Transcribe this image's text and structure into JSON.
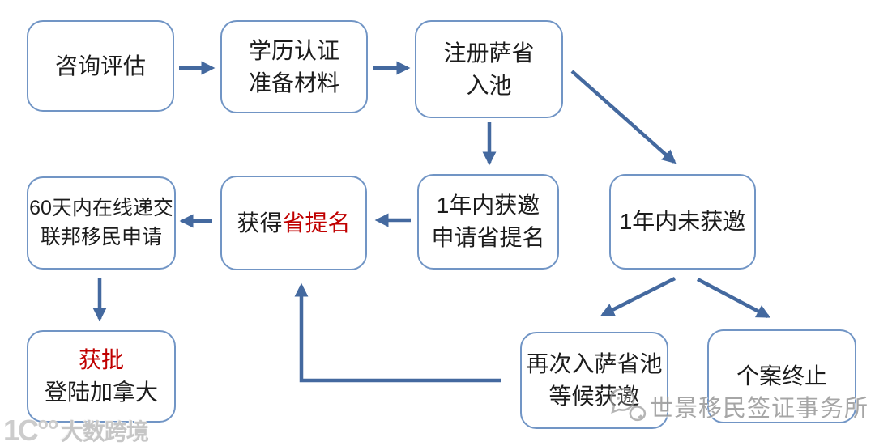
{
  "flowchart": {
    "nodes": {
      "consult": {
        "label": "咨询评估"
      },
      "credential": {
        "line1": "学历认证",
        "line2": "准备材料"
      },
      "register": {
        "line1": "注册萨省",
        "line2": "入池"
      },
      "submit": {
        "line1": "60天内在线递交",
        "line2": "联邦移民申请"
      },
      "nomination": {
        "prefix": "获得",
        "highlight": "省提名"
      },
      "invited": {
        "line1": "1年内获邀",
        "line2": "申请省提名"
      },
      "not_invited": {
        "label": "1年内未获邀"
      },
      "approved": {
        "highlight": "获批",
        "line2": "登陆加拿大"
      },
      "reenter": {
        "line1": "再次入萨省池",
        "line2": "等候获邀"
      },
      "terminated": {
        "label": "个案终止"
      }
    },
    "edges": [
      {
        "from": "consult",
        "to": "credential"
      },
      {
        "from": "credential",
        "to": "register"
      },
      {
        "from": "register",
        "to": "invited"
      },
      {
        "from": "register",
        "to": "not_invited"
      },
      {
        "from": "invited",
        "to": "nomination"
      },
      {
        "from": "nomination",
        "to": "submit"
      },
      {
        "from": "submit",
        "to": "approved"
      },
      {
        "from": "not_invited",
        "to": "reenter"
      },
      {
        "from": "not_invited",
        "to": "terminated"
      },
      {
        "from": "reenter",
        "to": "nomination"
      }
    ]
  },
  "watermarks": {
    "bottom_left": {
      "logo": "1C°°",
      "text": "大数跨境"
    },
    "bottom_right": {
      "icon": "chat-bubbles-icon",
      "text": "世景移民签证事务所"
    }
  },
  "colors": {
    "box_border": "#7195c5",
    "arrow": "#44699f",
    "highlight_red": "#c00000",
    "text": "#1c1c1c",
    "watermark_gray": "#9d9d9d"
  }
}
